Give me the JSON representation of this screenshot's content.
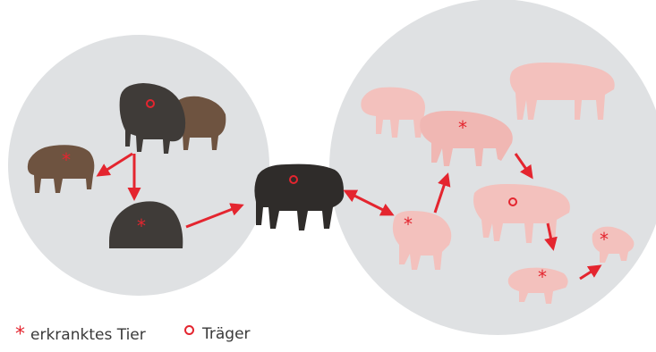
{
  "legend": {
    "diseased_symbol": "*",
    "diseased_label": "erkranktes Tier",
    "carrier_label": "Träger"
  },
  "colors": {
    "accent_red": "#e4252f",
    "circle_fill": "#dfe1e3",
    "wild_boar_dark": "#3f3b38",
    "wild_boar_brown": "#6e5340",
    "domestic_pig_pink": "#f3c1bd"
  },
  "groups": [
    {
      "name": "wild-boar-group",
      "animals": [
        {
          "id": "wb-carrier-standing",
          "kind": "wild-boar",
          "status": "carrier"
        },
        {
          "id": "wb-brown-standing",
          "kind": "wild-boar",
          "status": "none"
        },
        {
          "id": "wb-juvenile",
          "kind": "wild-boar",
          "status": "diseased"
        },
        {
          "id": "wb-lying",
          "kind": "wild-boar",
          "status": "diseased"
        }
      ]
    },
    {
      "name": "transfer-boar",
      "animals": [
        {
          "id": "wb-center",
          "kind": "wild-boar",
          "status": "carrier"
        }
      ]
    },
    {
      "name": "domestic-pig-group",
      "animals": [
        {
          "id": "pig-top-right",
          "kind": "domestic-pig",
          "status": "none"
        },
        {
          "id": "pig-top-left",
          "kind": "domestic-pig",
          "status": "none"
        },
        {
          "id": "pig-grazing",
          "kind": "domestic-pig",
          "status": "diseased"
        },
        {
          "id": "pig-piglet-front",
          "kind": "domestic-pig",
          "status": "diseased"
        },
        {
          "id": "pig-carrier",
          "kind": "domestic-pig",
          "status": "carrier"
        },
        {
          "id": "pig-small-1",
          "kind": "domestic-pig",
          "status": "diseased"
        },
        {
          "id": "pig-small-2",
          "kind": "domestic-pig",
          "status": "diseased"
        }
      ]
    }
  ]
}
